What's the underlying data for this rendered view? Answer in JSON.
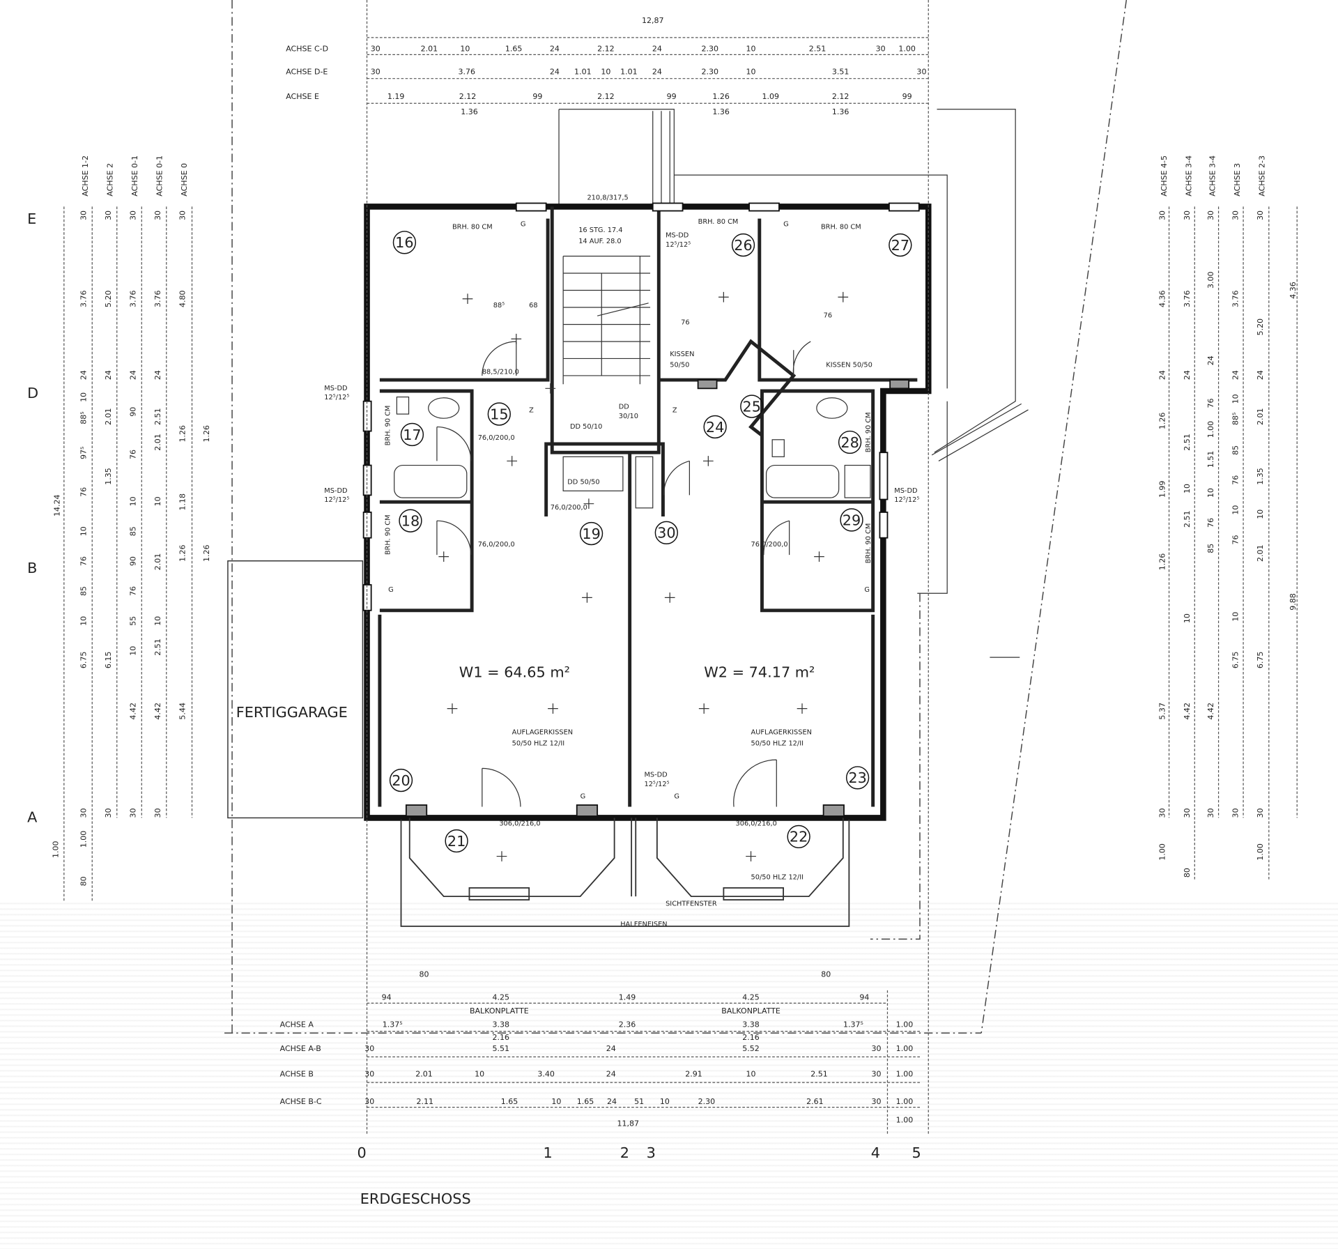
{
  "title": "ERDGESCHOSS",
  "top_total": "12,87",
  "top_rows": [
    {
      "label": "ACHSE C-D",
      "values": [
        "30",
        "2.01",
        "10",
        "1.65",
        "24",
        "2.12",
        "24",
        "2.30",
        "10",
        "2.51",
        "30",
        "1.00"
      ]
    },
    {
      "label": "ACHSE D-E",
      "values": [
        "30",
        "3.76",
        "24",
        "1.01",
        "10",
        "1.01",
        "24",
        "2.30",
        "10",
        "3.51",
        "30"
      ]
    },
    {
      "label": "ACHSE E",
      "values": [
        "1.19",
        "2.12",
        "99",
        "2.12",
        "99",
        "1.26",
        "1.09",
        "2.12",
        "99"
      ]
    }
  ],
  "top_sub": [
    "1.36",
    "1.36",
    "1.36"
  ],
  "bottom_top": [
    "94",
    "4.25",
    "1.49",
    "4.25",
    "94"
  ],
  "bottom_80": [
    "80",
    "80"
  ],
  "balkonplatte": [
    "BALKONPLATTE",
    "BALKONPLATTE"
  ],
  "bottom_rows": [
    {
      "label": "ACHSE A",
      "values": [
        "1.37⁵",
        "3.38",
        "2.36",
        "3.38",
        "1.37⁵",
        "1.00"
      ]
    },
    {
      "label": "ACHSE A-B",
      "values": [
        "30",
        "5.51",
        "24",
        "5.52",
        "30",
        "1.00"
      ]
    },
    {
      "label": "ACHSE B",
      "values": [
        "30",
        "2.01",
        "10",
        "3.40",
        "24",
        "2.91",
        "10",
        "2.51",
        "30",
        "1.00"
      ]
    },
    {
      "label": "ACHSE B-C",
      "values": [
        "30",
        "2.11",
        "1.65",
        "10",
        "1.65",
        "24",
        "51",
        "10",
        "2.30",
        "2.61",
        "30",
        "1.00"
      ]
    }
  ],
  "bottom_sub": [
    "2.16",
    "2.16"
  ],
  "bottom_total": "11,87",
  "bottom_extra": "1.00",
  "axis_numbers": [
    "0",
    "1",
    "2",
    "3",
    "4",
    "5"
  ],
  "axis_letters": [
    "E",
    "D",
    "B",
    "A"
  ],
  "left_cols": [
    {
      "label": "ACHSE 1-2",
      "values": [
        "30",
        "3.76",
        "24",
        "10",
        "88⁵",
        "97⁵",
        "76",
        "10",
        "76",
        "85",
        "10",
        "6.75",
        "30",
        "1.00",
        "80"
      ]
    },
    {
      "label": "ACHSE 2",
      "values": [
        "30",
        "5.20",
        "24",
        "2.01",
        "1.35",
        "6.15",
        "30"
      ]
    },
    {
      "label": "ACHSE 0-1",
      "values": [
        "30",
        "3.76",
        "24",
        "90",
        "76",
        "10",
        "85",
        "90",
        "76",
        "55",
        "10",
        "4.42",
        "30"
      ]
    },
    {
      "label": "ACHSE 0-1",
      "values": [
        "30",
        "3.76",
        "24",
        "2.51",
        "2.01",
        "10",
        "2.01",
        "2.51",
        "10",
        "4.42",
        "30"
      ]
    },
    {
      "label": "ACHSE 0",
      "values": [
        "30",
        "4.80",
        "1.26",
        "1.26",
        "1.18",
        "1.26",
        "1.26",
        "5.44"
      ]
    }
  ],
  "left_total": "14.24",
  "left_extra": "1.00",
  "right_cols": [
    {
      "label": "ACHSE 4-5",
      "values": [
        "30",
        "4.36",
        "24",
        "1.26",
        "1.99",
        "1.26",
        "5.37",
        "30",
        "1.00"
      ]
    },
    {
      "label": "ACHSE 3-4",
      "values": [
        "30",
        "3.76",
        "24",
        "2.51",
        "10",
        "2.51",
        "10",
        "4.42",
        "30",
        "80"
      ]
    },
    {
      "label": "ACHSE 3-4",
      "values": [
        "30",
        "3.00",
        "24",
        "76",
        "1.00",
        "1.51",
        "10",
        "76",
        "85",
        "4.42",
        "30"
      ]
    },
    {
      "label": "ACHSE 3",
      "values": [
        "30",
        "3.76",
        "24",
        "10",
        "88⁵",
        "85",
        "76",
        "10",
        "76",
        "10",
        "6.75",
        "30"
      ]
    },
    {
      "label": "ACHSE 2-3",
      "values": [
        "30",
        "5.20",
        "24",
        "2.01",
        "1.35",
        "10",
        "2.01",
        "6.75",
        "30",
        "1.00"
      ]
    }
  ],
  "right_total": "9.88",
  "right_extra": "4.36",
  "rooms": [
    "16",
    "26",
    "27",
    "17",
    "15",
    "24",
    "25",
    "28",
    "18",
    "19",
    "30",
    "29",
    "20",
    "23",
    "21",
    "22"
  ],
  "units": {
    "w1": "W1 = 64.65 m²",
    "w2": "W2 = 74.17 m²"
  },
  "garage": "FERTIGGARAGE",
  "notes": {
    "auflager": "AUFLAGERKISSEN",
    "hlz": "50/50 HLZ 12/II",
    "sicht": "SICHTFENSTER",
    "halfen": "HALFENEISEN",
    "kissen": "KISSEN",
    "kissen_size": "50/50",
    "kissen2": "KISSEN 50/50",
    "brh": "BRH. 80 CM",
    "brh90": "BRH. 90 CM",
    "stair1": "16 STG. 17.4",
    "stair2": "14 AUF. 28.0",
    "ms": "MS-DD",
    "ms2": "12⁵/12⁵",
    "dd1": "DD 50/50",
    "dd2": "DD 50/10",
    "dd3": "DD",
    "dd3b": "30/10",
    "d885": "88⁵",
    "d68": "68",
    "d76": "76",
    "door_top": "210,8/317,5",
    "door_bal": "306,0/216,0",
    "z": "Z",
    "g": "G",
    "door_in": "88,5/210,0",
    "door_bath": "76,0/200,0"
  }
}
